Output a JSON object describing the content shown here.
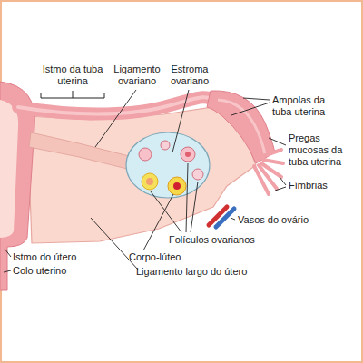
{
  "diagram": {
    "labels": [
      "Istmo da tuba uterina",
      "Ligamento ovariano",
      "Estroma ovariano",
      "Ampolas da tuba uterina",
      "Pregas mucosas da tuba uterina",
      "Fímbrias",
      "Vasos do ovário",
      "Folículos ovarianos",
      "Corpo-lúteo",
      "Ligamento largo do útero",
      "Istmo do útero",
      "Colo uterino"
    ]
  }
}
